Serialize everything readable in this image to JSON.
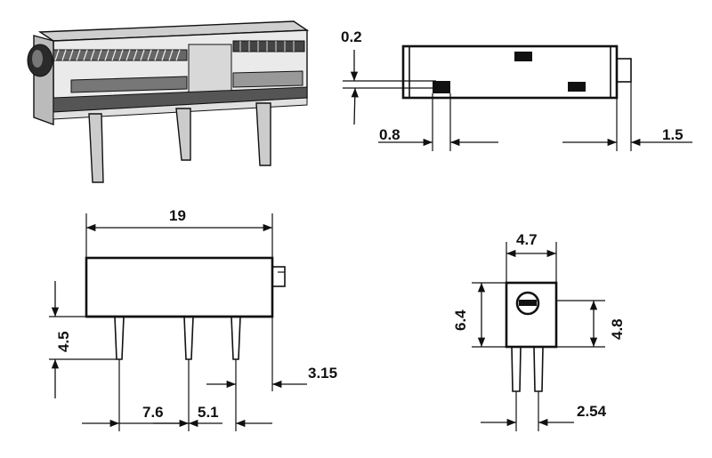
{
  "dimensions": {
    "pin_standoff": "0.2",
    "pin_offset_left": "0.8",
    "adjuster_protrusion": "1.5",
    "body_length": "19",
    "pin_length": "4.5",
    "pin_pitch_1": "7.6",
    "pin_pitch_2": "5.1",
    "adjuster_width": "3.15",
    "body_width": "4.7",
    "body_height": "6.4",
    "adjuster_height": "4.8",
    "pin_row_spacing": "2.54"
  }
}
